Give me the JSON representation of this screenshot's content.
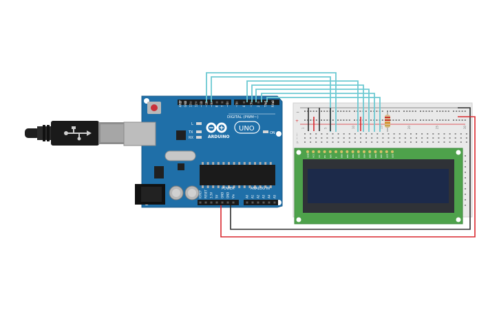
{
  "arduino": {
    "brand": "ARDUINO",
    "model": "UNO",
    "digital_label": "DIGITAL (PWM~)",
    "power_label": "POWER",
    "analog_label": "ANALOG IN",
    "on_label": "ON",
    "l_label": "L",
    "tx_label": "TX",
    "rx_label": "RX",
    "digital_pins": [
      "AREF",
      "GND",
      "13",
      "12",
      "~11",
      "~10",
      "~9",
      "8",
      "7",
      "~6",
      "~5",
      "4",
      "~3",
      "2",
      "TX▸1",
      "RX◂0"
    ],
    "power_pins": [
      "IOREF",
      "RESET",
      "3.3V",
      "5V",
      "GND",
      "GND",
      "Vin"
    ],
    "analog_pins": [
      "A0",
      "A1",
      "A2",
      "A3",
      "A4",
      "A5"
    ]
  },
  "breadboard": {
    "column_numbers": [
      "1",
      "",
      "",
      "",
      "5",
      "",
      "",
      "",
      "",
      "10",
      "",
      "",
      "",
      "",
      "15",
      "",
      "",
      "",
      "",
      "20",
      "",
      "",
      "",
      "",
      "25",
      "",
      "",
      "",
      "",
      "30"
    ],
    "row_letters_top": [
      "j",
      "i",
      "h",
      "g",
      "f"
    ],
    "row_letters_bottom": [
      "e",
      "d",
      "c",
      "b",
      "a"
    ]
  },
  "lcd": {
    "pin_labels": [
      "GND",
      "VCC",
      "VO",
      "RS",
      "RW",
      "E",
      "DB0",
      "DB1",
      "DB2",
      "DB3",
      "DB4",
      "DB5",
      "DB6",
      "DB7",
      "LED",
      "LED"
    ]
  },
  "colors": {
    "arduino_board": "#1f6fa8",
    "wire_teal": "#6cc9d2",
    "wire_red": "#d8252b",
    "wire_black": "#2b2b2b",
    "lcd_pcb": "#4ea24b",
    "lcd_screen": "#1c2a4a",
    "breadboard": "#e9e9e9"
  }
}
